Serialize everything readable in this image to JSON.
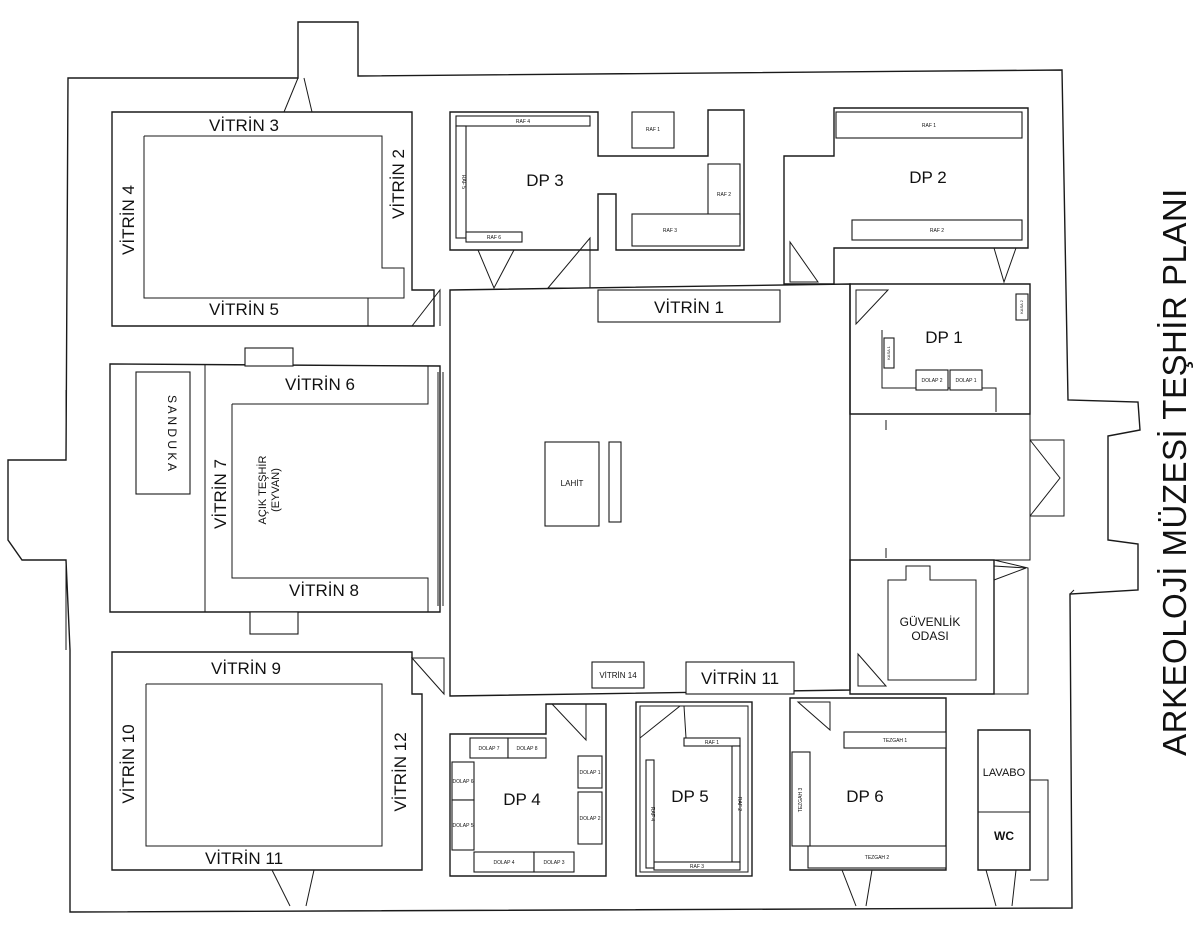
{
  "title": "ARKEOLOJİ MÜZESİ TEŞHİR PLANI",
  "rooms": {
    "dp1": "DP 1",
    "dp2": "DP 2",
    "dp3": "DP 3",
    "dp4": "DP 4",
    "dp5": "DP 5",
    "dp6": "DP 6",
    "guvenlik_line1": "GÜVENLİK",
    "guvenlik_line2": "ODASI",
    "lavabo": "LAVABO",
    "wc": "WC",
    "lahit": "LAHİT",
    "sanduka": "S A N D U K A",
    "acik_line1": "AÇIK TEŞHİR",
    "acik_line2": "(EYVAN)"
  },
  "vitrins": {
    "v1": "VİTRİN 1",
    "v2": "VİTRİN 2",
    "v3": "VİTRİN 3",
    "v4": "VİTRİN 4",
    "v5": "VİTRİN 5",
    "v6": "VİTRİN 6",
    "v7": "VİTRİN 7",
    "v8": "VİTRİN 8",
    "v9": "VİTRİN 9",
    "v10": "VİTRİN 10",
    "v11a": "VİTRİN 11",
    "v11b": "VİTRİN 11",
    "v12": "VİTRİN 12",
    "v14": "VİTRİN 14"
  },
  "fixtures": {
    "dp3_raf4": "RAF 4",
    "dp3_raf5": "RAF 5",
    "dp3_raf6": "RAF 6",
    "dp3_raf1": "RAF 1",
    "dp3_raf2": "RAF 2",
    "dp3_raf3": "RAF 3",
    "dp2_raf1": "RAF 1",
    "dp2_raf2": "RAF 2",
    "dp1_kasa1": "KASA 1",
    "dp1_kasa2": "KASA 2",
    "dp1_dolap2": "DOLAP 2",
    "dp1_dolap1": "DOLAP 1",
    "dp4_dolap7": "DOLAP 7",
    "dp4_dolap8": "DOLAP 8",
    "dp4_dolap6": "DOLAP 6",
    "dp4_dolap5": "DOLAP 5",
    "dp4_dolap4": "DOLAP 4",
    "dp4_dolap3": "DOLAP 3",
    "dp4_dolap1": "DOLAP 1",
    "dp4_dolap2": "DOLAP 2",
    "dp5_raf1": "RAF 1",
    "dp5_raf2": "RAF 2",
    "dp5_raf3": "RAF 3",
    "dp5_raf4": "RAF 4",
    "dp6_tezgah1": "TEZGAH 1",
    "dp6_tezgah2": "TEZGAH 2",
    "dp6_tezgah3": "TEZGAH 3"
  }
}
